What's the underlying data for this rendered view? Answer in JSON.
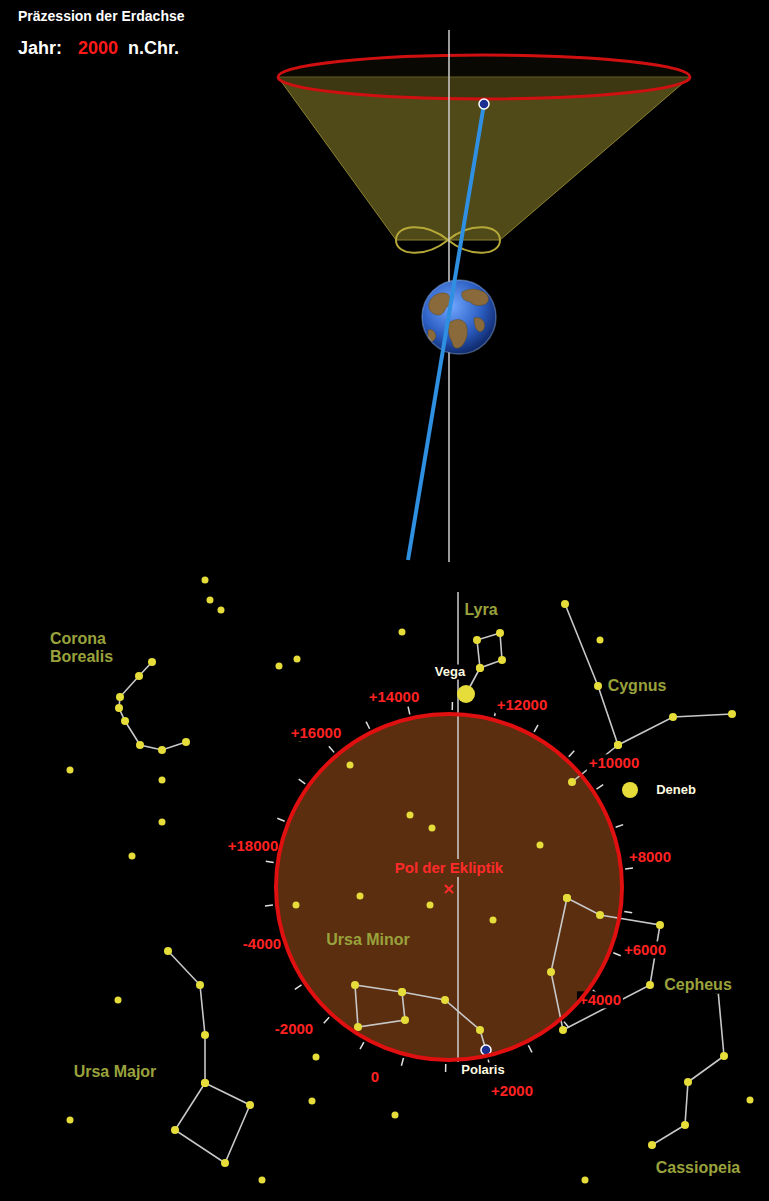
{
  "diagram": {
    "title": "Präzession der Erdachse",
    "nodes": [
      {
        "text": [
          "Pol der Ekliptik"
        ]
      }
    ],
    "labels": [
      "Jahr:",
      "2000",
      "n.Chr.",
      "Lyra",
      "Vega",
      "Cygnus",
      "Corona Borealis",
      "+14000",
      "+12000",
      "Deneb",
      "+10000",
      "+16000",
      "+18000",
      "+8000",
      "-4000",
      "+6000",
      "Ursa Minor",
      "Cepheus",
      "+4000",
      "-2000",
      "0",
      "Polaris",
      "+2000",
      "Ursa Major",
      "Cassiopeia"
    ]
  }
}
